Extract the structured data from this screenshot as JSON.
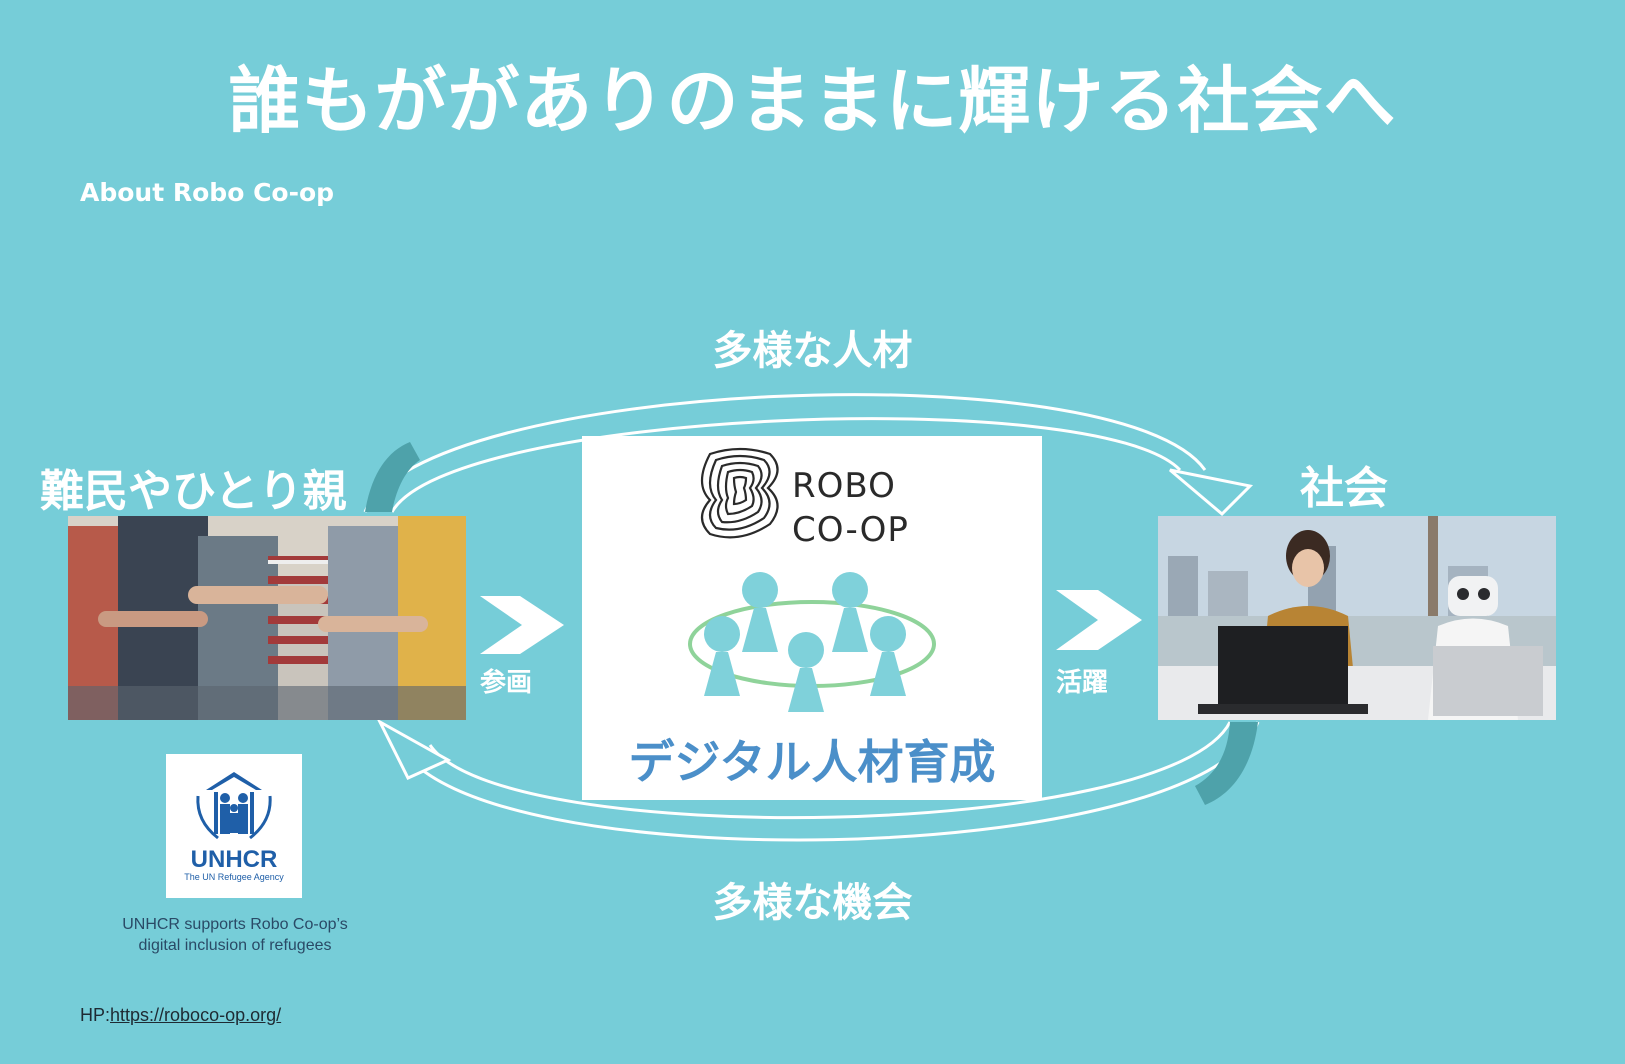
{
  "header": {
    "title": "誰もががありのままに輝ける社会へ",
    "subtitle": "About Robo Co-op"
  },
  "cycle": {
    "top_label": "多様な人材",
    "bottom_label": "多様な機会",
    "left_heading": "難民やひとり親",
    "right_heading": "社会",
    "participate_label": "参画",
    "active_label": "活躍"
  },
  "center": {
    "logo_line1": "ROBO",
    "logo_line2": "CO-OP",
    "caption": "デジタル人材育成"
  },
  "unhcr": {
    "name": "UNHCR",
    "tagline": "The UN Refugee Agency",
    "caption_line1": "UNHCR supports Robo Co-op’s",
    "caption_line2": "digital inclusion of refugees"
  },
  "footer": {
    "hp_label": "HP:",
    "hp_url": "https://roboco-op.org/"
  },
  "colors": {
    "background": "#76cdd8",
    "arrow_dark": "#4ea2aa",
    "caption_blue": "#4b8fc9",
    "people_teal": "#7fd1da",
    "ellipse_green": "#8fd39a",
    "unhcr_blue": "#1f5fa8"
  }
}
